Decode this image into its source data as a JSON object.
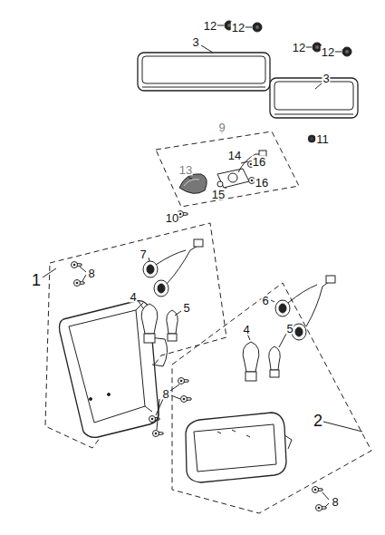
{
  "diagram": {
    "labels": [
      "12",
      "12",
      "12",
      "12",
      "3",
      "3",
      "9",
      "11",
      "13",
      "14",
      "16",
      "16",
      "15",
      "10",
      "8",
      "7",
      "1",
      "4",
      "5",
      "6",
      "4",
      "5",
      "8",
      "2",
      "8"
    ]
  }
}
